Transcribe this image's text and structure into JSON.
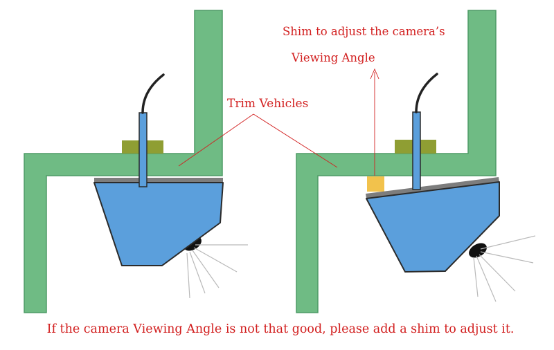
{
  "labels": {
    "trim": "Trim Vehicles",
    "shim_line1": "Shim to adjust the camera’s",
    "shim_line2": "Viewing Angle",
    "caption": "If the camera Viewing Angle is not that good, please add a shim to adjust it."
  },
  "colors": {
    "trim": "#6fbb84",
    "trim_stroke": "#4f9b66",
    "camera_body": "#5b9fdc",
    "camera_stroke": "#2b2b2b",
    "mount_block": "#8f9e33",
    "shim": "#f2c24c",
    "plate": "#7d7d7d",
    "label": "#d21f1f"
  }
}
